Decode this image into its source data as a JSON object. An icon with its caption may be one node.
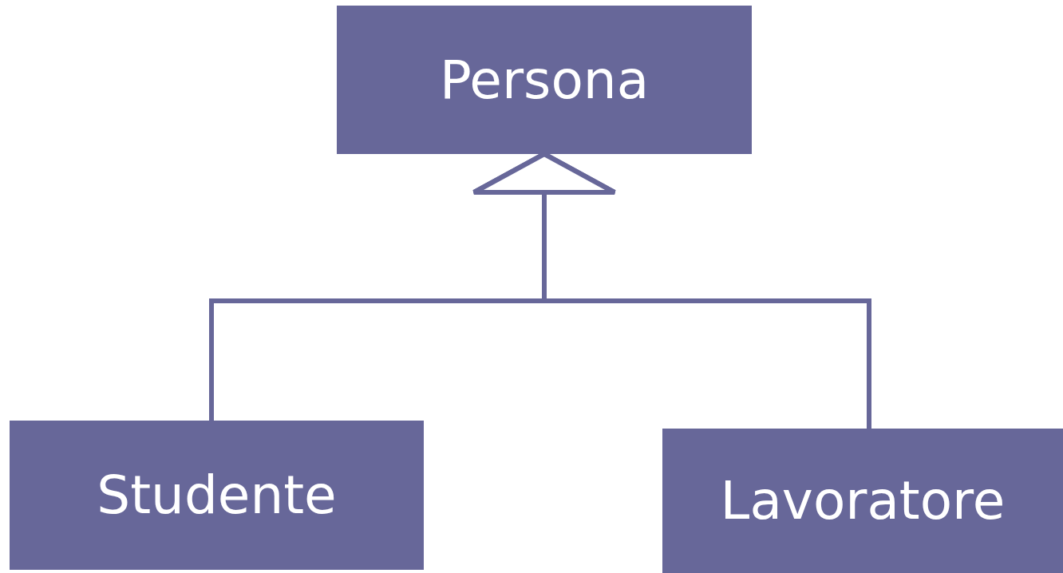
{
  "diagram": {
    "nodes": [
      {
        "text": [
          "Persona"
        ]
      },
      {
        "text": [
          "Studente"
        ]
      },
      {
        "text": [
          "Lavoratore"
        ]
      }
    ],
    "edges": [
      {
        "from": 1,
        "to": 0,
        "arrow": "to"
      },
      {
        "from": 2,
        "to": 0,
        "arrow": "to"
      }
    ]
  }
}
